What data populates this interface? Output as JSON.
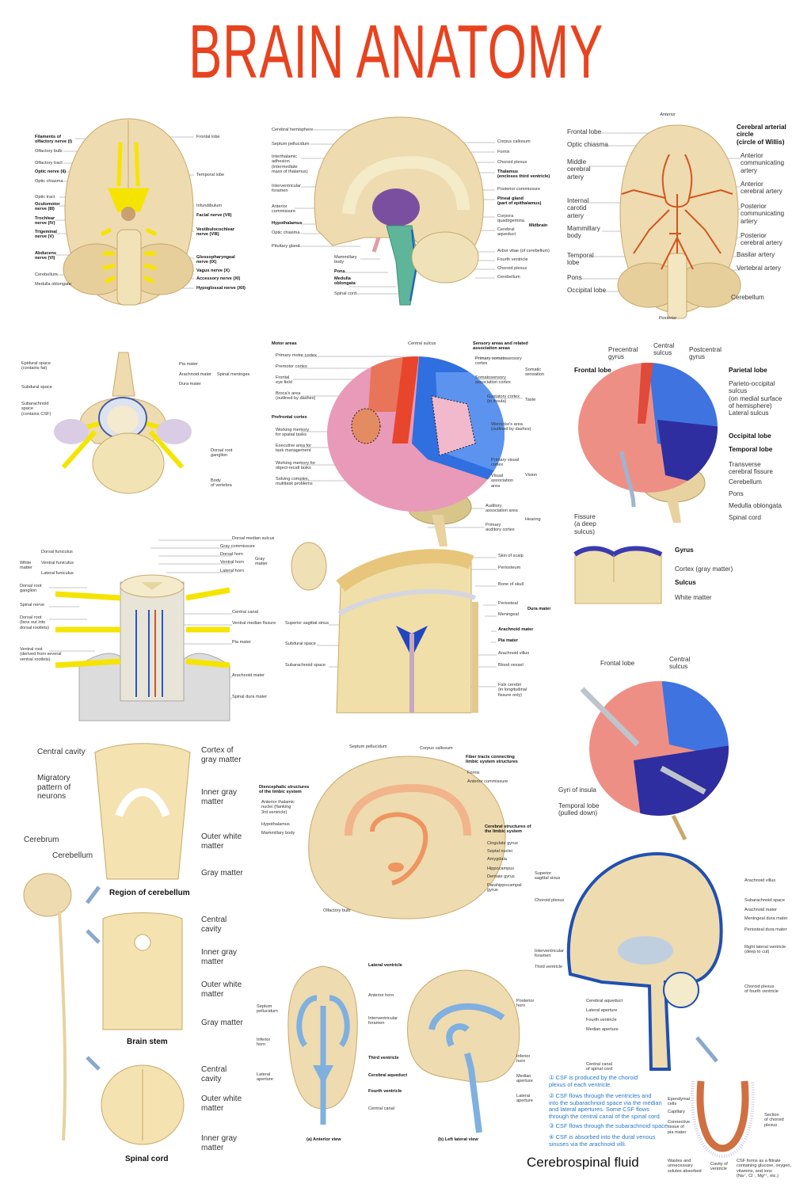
{
  "title": "BRAIN ANATOMY",
  "colors": {
    "title": "#e8431f",
    "brain": "#eedbb0",
    "nerve": "#f5e400",
    "artery": "#d2561f",
    "motor": "#e8452d",
    "sensory": "#2f6fe0",
    "temporal": "#2e2ea0",
    "ventricle": "#7fb0e0",
    "limbic": "#f0a070",
    "csf_text": "#2a78c8"
  },
  "panels": {
    "cranial_nerves": {
      "labels": [
        "Filaments of\nolfactory nerve (I)",
        "Olfactory bulb",
        "Olfactory tract",
        "Optic nerve (II)",
        "Optic chiasma",
        "Optic tract",
        "Oculomotor\nnerve (III)",
        "Trochlear\nnerve (IV)",
        "Trigeminal\nnerve (V)",
        "Abducens\nnerve (VI)",
        "Cerebellum",
        "Medulla oblongata",
        "Frontal lobe",
        "Temporal lobe",
        "Infundibulum",
        "Facial nerve (VII)",
        "Vestibulocochlear\nnerve (VIII)",
        "Glossopharyngeal\nnerve (IX)",
        "Vagus nerve (X)",
        "Accessory nerve (XI)",
        "Hypoglossal nerve (XII)"
      ]
    },
    "sagittal": {
      "labels": [
        "Cerebral hemisphere",
        "Septum pellucidum",
        "Interthalamic\nadhesion\n(intermediate\nmass of thalamus)",
        "Interventricular\nforamen",
        "Anterior\ncommissure",
        "Hypothalamus",
        "Optic chiasma",
        "Pituitary gland",
        "Mammillary\nbody",
        "Pons",
        "Medulla\noblongata",
        "Spinal cord",
        "Corpus callosum",
        "Fornix",
        "Choroid plexus",
        "Thalamus\n(encloses third ventricle)",
        "Posterior commissure",
        "Pineal gland\n(part of epithalamus)",
        "Corpora\nquadrigemina",
        "Cerebral\naqueduct",
        "Midbrain",
        "Arbor vitae (of cerebellum)",
        "Fourth ventricle",
        "Choroid plexus",
        "Cerebellum"
      ]
    },
    "circle_of_willis": {
      "labels": [
        "Anterior",
        "Posterior",
        "Frontal lobe",
        "Optic chiasma",
        "Middle\ncerebral\nartery",
        "Internal\ncarotid\nartery",
        "Mammillary\nbody",
        "Temporal\nlobe",
        "Pons",
        "Occipital lobe",
        "Cerebral arterial\ncircle\n(circle of Willis)",
        "Anterior\ncommunicating\nartery",
        "Anterior\ncerebral artery",
        "Posterior\ncommunicating\nartery",
        "Posterior\ncerebral artery",
        "Basilar artery",
        "Vertebral artery",
        "Cerebellum"
      ]
    },
    "spinal_meninges": {
      "labels": [
        "Epidural space\n(contains fat)",
        "Subdural space",
        "Subarachnoid\nspace\n(contains CSF)",
        "Pia mater",
        "Arachnoid mater",
        "Dura mater",
        "Spinal meninges",
        "Dorsal root\nganglion",
        "Body\nof vertebra"
      ]
    },
    "functional_areas": {
      "labels": [
        "Motor areas",
        "Primary motor cortex",
        "Premotor cortex",
        "Frontal\neye field",
        "Broca's area\n(outlined by dashes)",
        "Prefrontal cortex",
        "Working memory\nfor spatial tasks",
        "Executive area for\ntask management",
        "Working memory for\nobject-recall tasks",
        "Solving complex,\nmultitask problems",
        "Central sulcus",
        "Sensory areas and related\nassociation areas",
        "Primary somatosensory\ncortex",
        "Somatosensory\nassociation cortex",
        "Somatic\nsensation",
        "Gustatory cortex\n(in insula)",
        "Taste",
        "Wernicke's area\n(outlined by dashes)",
        "Primary visual\ncortex",
        "Visual\nassociation\narea",
        "Vision",
        "Auditory\nassociation area",
        "Hearing",
        "Primary\nauditory cortex"
      ]
    },
    "lobes": {
      "labels": [
        "Precentral\ngyrus",
        "Central\nsulcus",
        "Postcentral\ngyrus",
        "Frontal lobe",
        "Parietal lobe",
        "Parieto-occipital sulcus\n(on medial surface\nof hemisphere)",
        "Lateral sulcus",
        "Occipital lobe",
        "Temporal lobe",
        "Transverse\ncerebral fissure",
        "Cerebellum",
        "Pons",
        "Medulla oblongata",
        "Spinal cord",
        "Fissure\n(a deep\nsulcus)",
        "Gyrus",
        "Cortex (gray matter)",
        "Sulcus",
        "White matter"
      ]
    },
    "spinal_cord": {
      "labels": [
        "Dorsal funiculus",
        "Ventral funiculus",
        "Lateral funiculus",
        "White\nmatter",
        "Dorsal root\nganglion",
        "Spinal nerve",
        "Dorsal root\n(fans out into\ndorsal rootlets)",
        "Ventral root\n(derived from several\nventral rootlets)",
        "Dorsal median sulcus",
        "Gray commissure",
        "Dorsal horn",
        "Ventral horn",
        "Lateral horn",
        "Gray\nmatter",
        "Central canal",
        "Ventral median fissure",
        "Pia mater",
        "Arachnoid mater",
        "Spinal dura mater"
      ]
    },
    "cranial_meninges": {
      "labels": [
        "Skin of scalp",
        "Periosteum",
        "Bone of skull",
        "Periosteal",
        "Meningeal",
        "Dura mater",
        "Arachnoid mater",
        "Pia mater",
        "Arachnoid villus",
        "Blood vessel",
        "Falx cerebri\n(in longitudinal\nfissure only)",
        "Superior sagittal sinus",
        "Subdural space",
        "Subarachnoid space"
      ]
    },
    "insula": {
      "labels": [
        "Frontal lobe",
        "Central\nsulcus",
        "Gyri of insula",
        "Temporal lobe\n(pulled down)"
      ]
    },
    "development": {
      "labels": [
        "Central cavity",
        "Migratory\npattern of\nneurons",
        "Cortex of\ngray matter",
        "Inner gray\nmatter",
        "Outer white\nmatter",
        "Gray matter",
        "Region of cerebellum",
        "Cerebrum",
        "Cerebellum",
        "Central\ncavity",
        "Inner gray\nmatter",
        "Outer white\nmatter",
        "Gray matter",
        "Brain stem",
        "Central\ncavity",
        "Outer white\nmatter",
        "Inner gray\nmatter",
        "Spinal cord"
      ]
    },
    "limbic": {
      "labels": [
        "Septum pellucidum",
        "Corpus callosum",
        "Fiber tracts connecting\nlimbic system structures",
        "Fornix",
        "Anterior commissure",
        "Diencephalic structures\nof the limbic system",
        "Anterior thalamic\nnuclei (flanking\n3rd ventricle)",
        "Hypothalamus",
        "Mammillary body",
        "Cerebral structures of\nthe limbic system",
        "Cingulate gyrus",
        "Septal nuclei",
        "Amygdala",
        "Hippocampus",
        "Dentate gyrus",
        "Parahippocampal\ngyrus",
        "Olfactory bulb"
      ]
    },
    "ventricles": {
      "labels": [
        "Lateral ventricle",
        "Anterior horn",
        "Interventricular\nforamen",
        "Third ventricle",
        "Cerebral aqueduct",
        "Fourth ventricle",
        "Central canal",
        "Septum\npellucidum",
        "Inferior\nhorn",
        "Lateral\naperture",
        "Posterior\nhorn",
        "Inferior\nhorn",
        "Median\naperture",
        "Lateral\naperture",
        "(a) Anterior view",
        "(b) Left lateral view"
      ]
    },
    "csf": {
      "labels": [
        "Superior\nsagittal sinus",
        "Choroid plexus",
        "Interventricular\nforamen",
        "Third ventricle",
        "Arachnoid villus",
        "Subarachnoid space",
        "Arachnoid mater",
        "Meningeal dura mater",
        "Periosteal dura mater",
        "Right lateral ventricle\n(deep to cut)",
        "Choroid plexus\nof fourth ventricle",
        "Cerebral aqueduct",
        "Lateral aperture",
        "Fourth ventricle",
        "Median aperture",
        "Central canal\nof spinal cord",
        "Ependymal\ncells",
        "Capillary",
        "Connective\ntissue of\npia mater",
        "Wastes and\nunnecessary\nsolutes absorbed",
        "Cavity of\nventricle",
        "CSF forms as a filtrate\ncontaining glucose, oxygen,\nvitamins, and ions\n(Na⁺, Cl⁻, Mg²⁺, etc.)",
        "Section\nof choroid\nplexus"
      ],
      "steps": [
        "① CSF is produced by the choroid\nplexus of each ventricle.",
        "② CSF flows through the ventricles and\ninto the subarachnoid space via the median\nand lateral apertures. Some CSF flows\nthrough the central canal of the spinal cord.",
        "③ CSF flows through the subarachnoid space.",
        "④ CSF is absorbed into the dural venous\nsinuses via the arachnoid villi."
      ],
      "caption": "Cerebrospinal fluid"
    }
  }
}
